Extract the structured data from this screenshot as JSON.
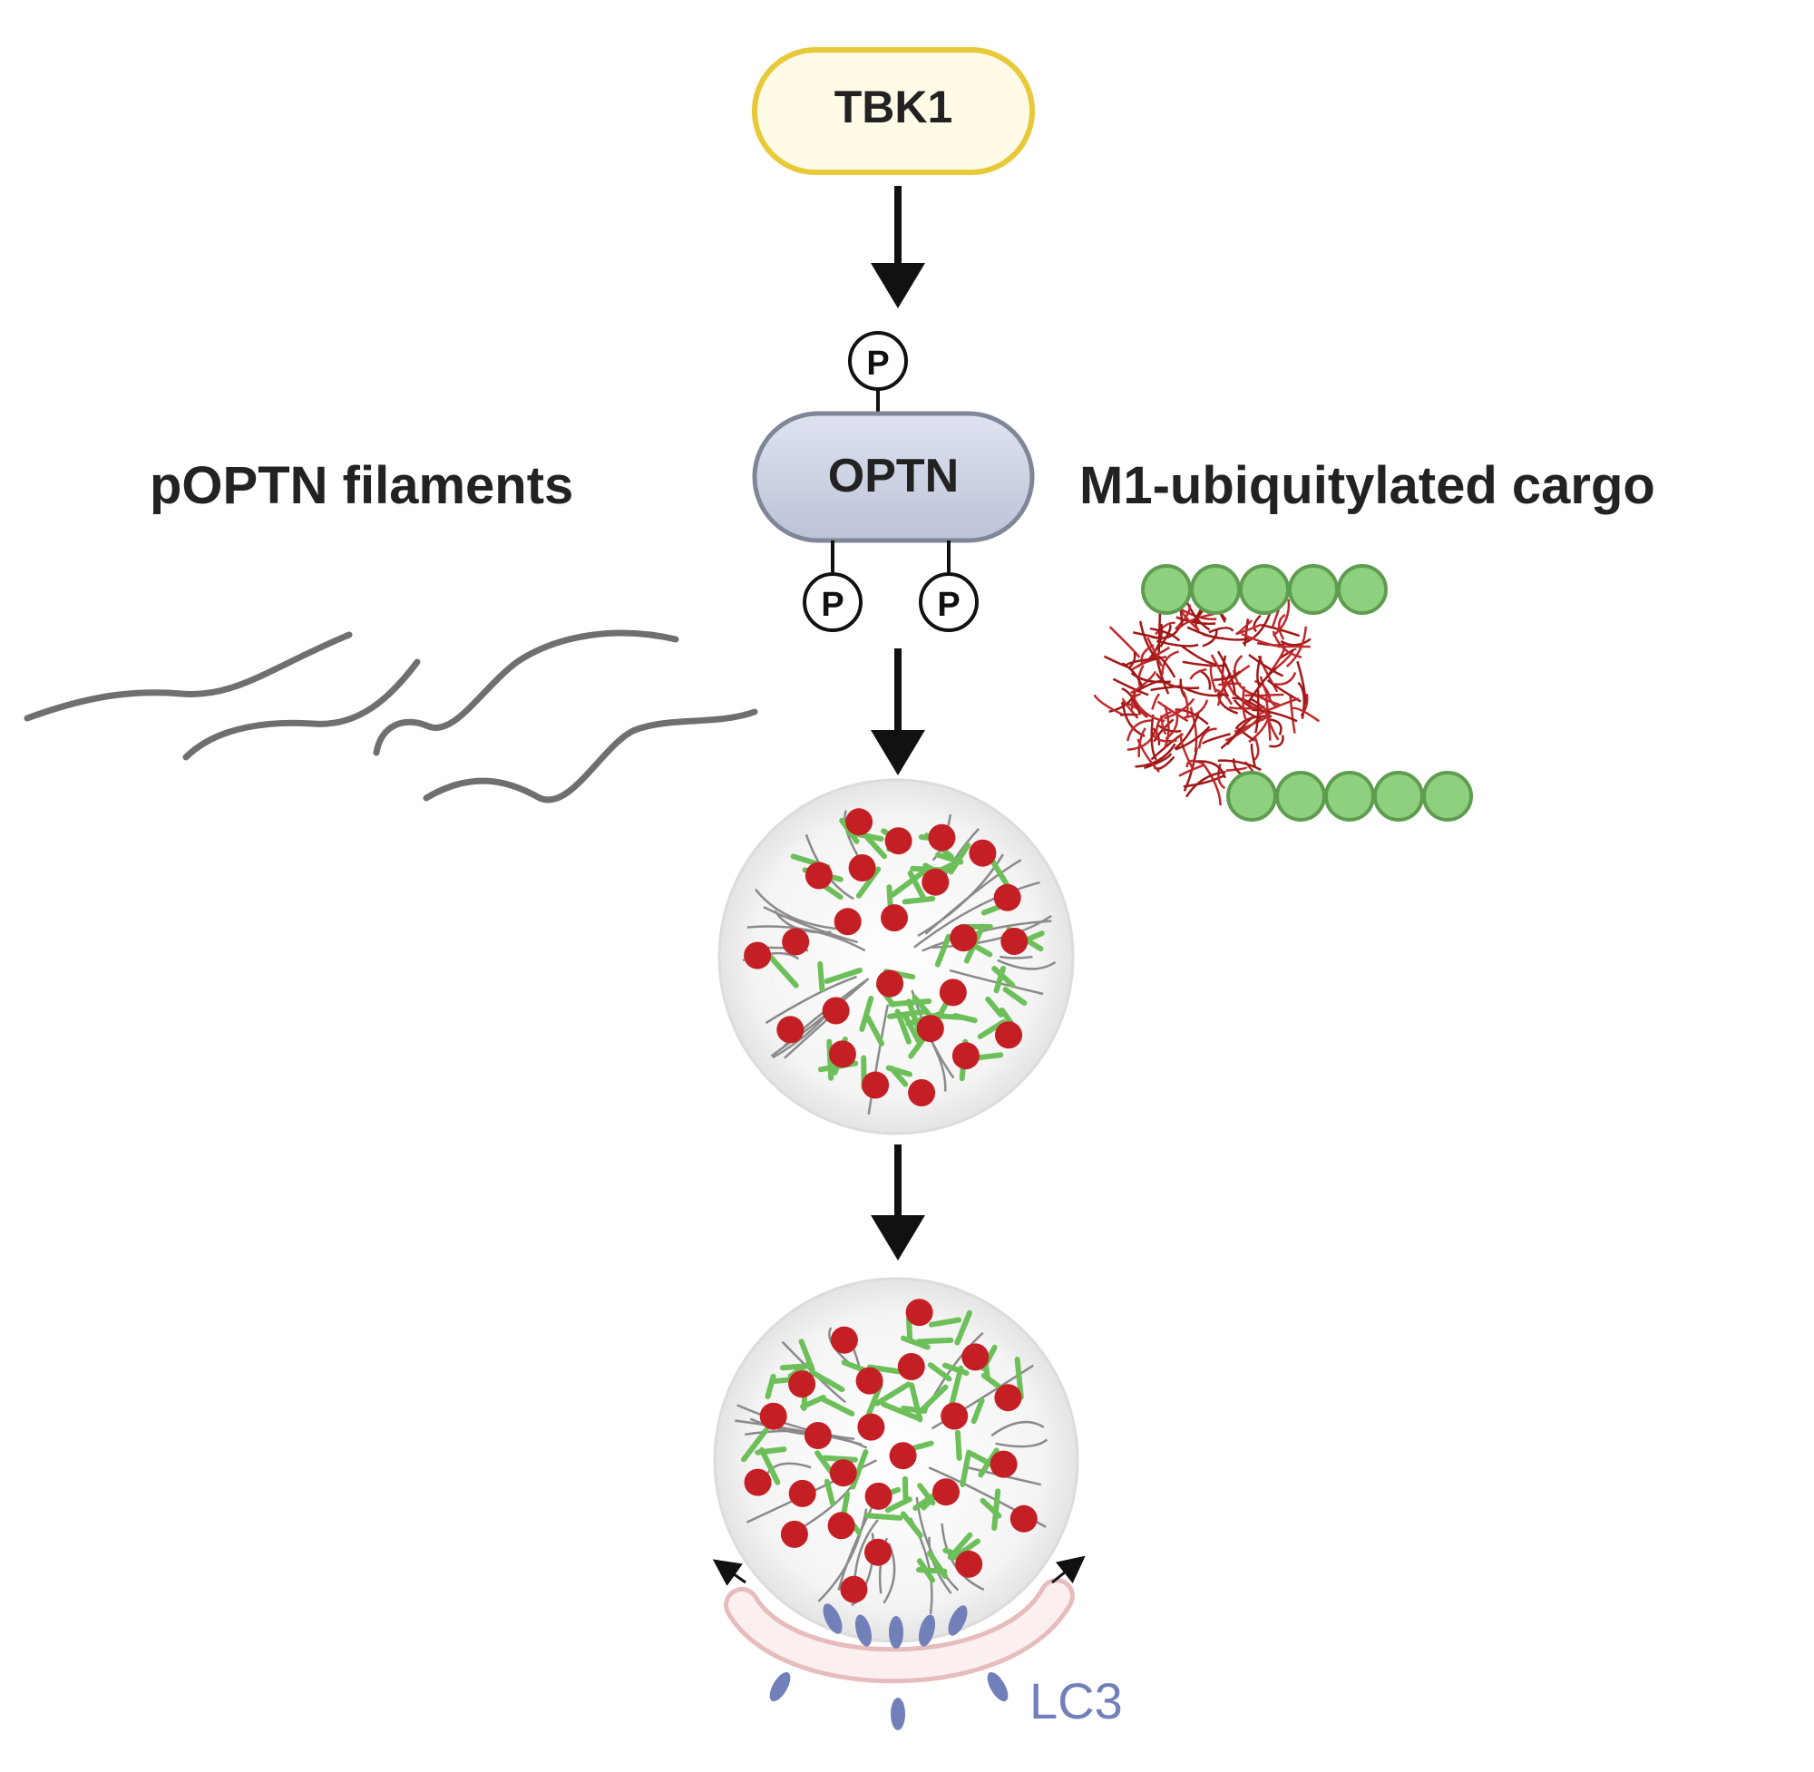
{
  "nodes": {
    "tbk1": {
      "label": "TBK1"
    },
    "optn": {
      "label": "OPTN"
    },
    "phospho": {
      "label": "P"
    }
  },
  "labels": {
    "filaments": "pOPTN filaments",
    "cargo": "M1-ubiquitylated cargo",
    "lc3": "LC3"
  },
  "colors": {
    "tbk1_fill": "#fffbe6",
    "tbk1_stroke": "#e8c93a",
    "optn_fill": "#cfd5e6",
    "optn_stroke": "#7f8697",
    "filament": "#6f6f6f",
    "cargo_red": "#a01818",
    "ubiquitin_green": "#8fd07e",
    "ubiquitin_stroke": "#5e9c50",
    "condensate_red": "#c41f25",
    "condensate_green": "#6dbf5a",
    "lc3_blue": "#7180b8",
    "membrane": "#f3dcdc"
  },
  "icons": {
    "arrow": "down-arrow-icon",
    "phospho": "phosphate-icon"
  }
}
